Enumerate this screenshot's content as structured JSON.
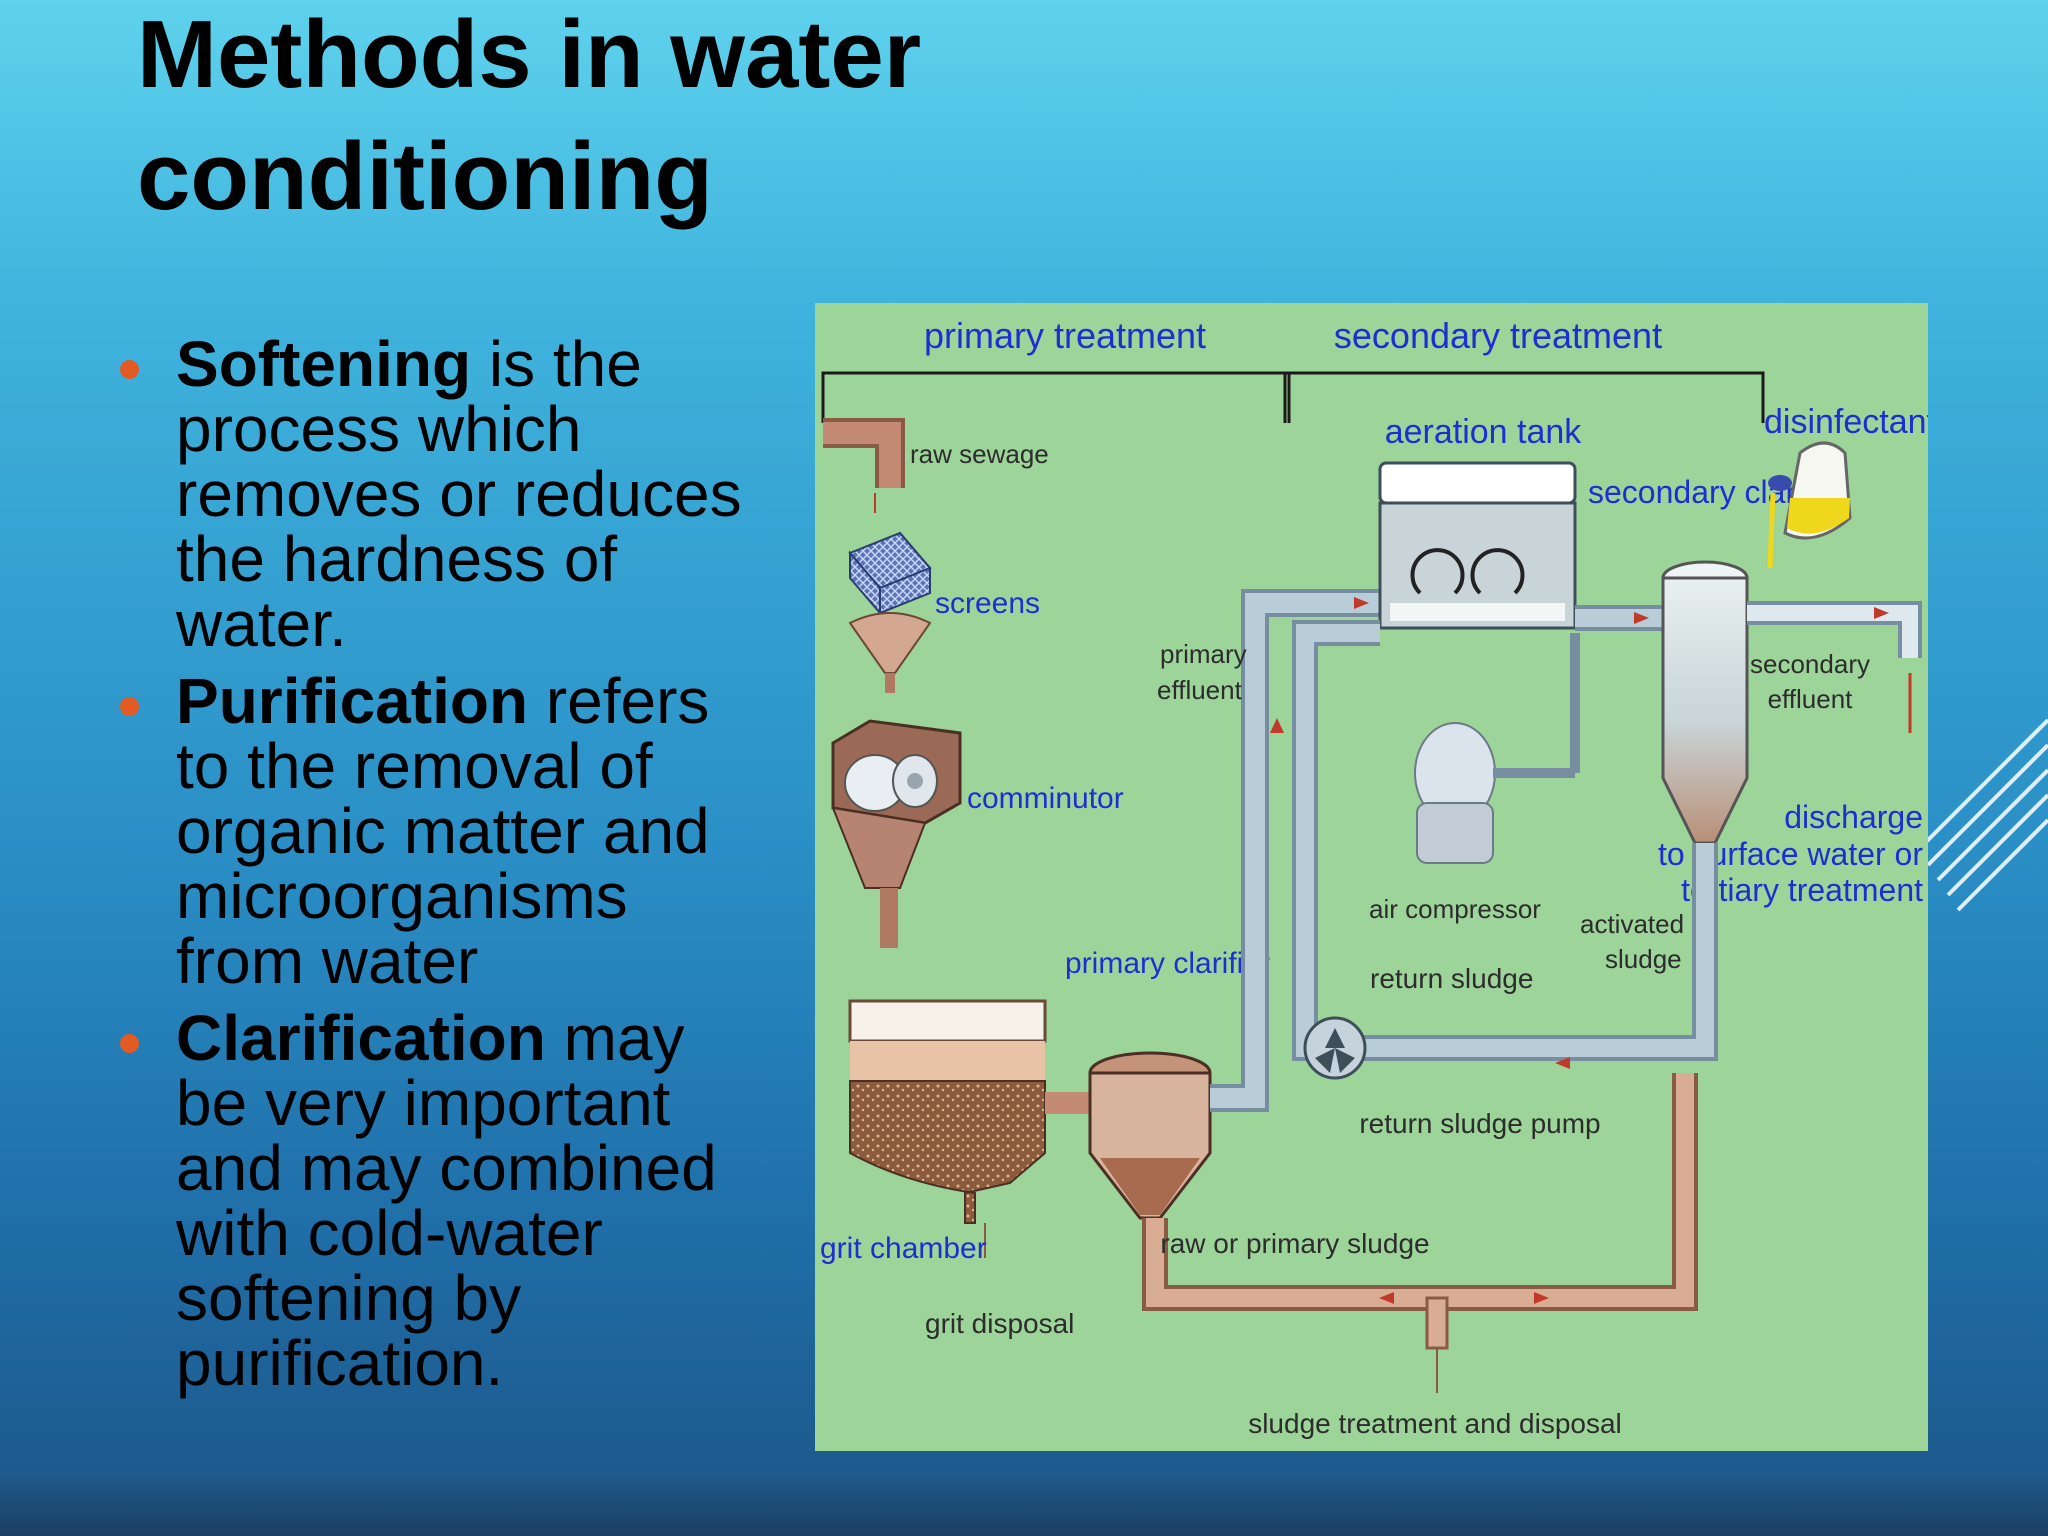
{
  "slide": {
    "title": "Methods in water conditioning",
    "bullets": [
      {
        "term": "Softening",
        "text": " is the process which removes or reduces the hardness of water."
      },
      {
        "term": "Purification",
        "text": " refers to the removal of organic matter and microorganisms from water"
      },
      {
        "term": "Clarification",
        "text": " may be very important and may combined with cold-water softening by purification."
      }
    ],
    "bullet_color": "#e35a22"
  },
  "diagram": {
    "background": "#9dd49a",
    "labels": {
      "primary_treatment": "primary treatment",
      "secondary_treatment": "secondary treatment",
      "raw_sewage": "raw sewage",
      "screens": "screens",
      "comminutor": "comminutor",
      "grit_chamber": "grit chamber",
      "grit_disposal": "grit disposal",
      "primary_clarifier": "primary clarifier",
      "primary_effluent_1": "primary",
      "primary_effluent_2": "effluent",
      "aeration_tank": "aeration tank",
      "air_compressor": "air compressor",
      "return_sludge": "return sludge",
      "return_sludge_pump": "return sludge pump",
      "activated_sludge_1": "activated",
      "activated_sludge_2": "sludge",
      "secondary_clarifier": "secondary clarifier",
      "disinfectant": "disinfectant",
      "secondary_effluent_1": "secondary",
      "secondary_effluent_2": "effluent",
      "discharge_1": "discharge",
      "discharge_2": "to surface water or",
      "discharge_3": "tertiary treatment",
      "raw_or_primary_sludge": "raw or primary sludge",
      "sludge_treatment": "sludge treatment and disposal"
    }
  }
}
